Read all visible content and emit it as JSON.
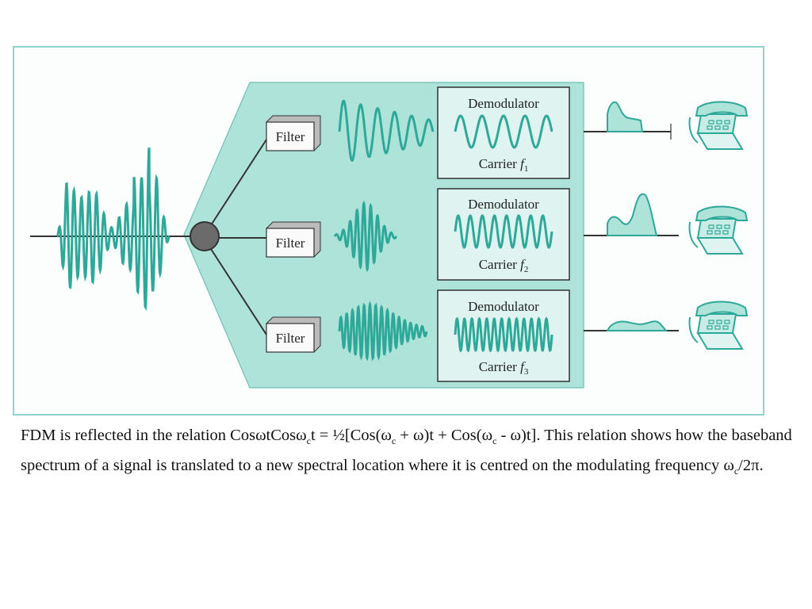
{
  "colors": {
    "teal": "#2ea899",
    "panel": "#aee3da",
    "box": "#dff4f0",
    "frame": "#8fd3c8",
    "hub": "#6b6b6b"
  },
  "diagram": {
    "filter_label": "Filter",
    "demodulator_label": "Demodulator",
    "carriers": [
      {
        "prefix": "Carrier ",
        "symbol": "f",
        "index": "1"
      },
      {
        "prefix": "Carrier ",
        "symbol": "f",
        "index": "2"
      },
      {
        "prefix": "Carrier ",
        "symbol": "f",
        "index": "3"
      }
    ],
    "telephone_icon": "telephone-icon"
  },
  "caption": {
    "s1": "FDM is reflected in the relation Cos",
    "s2": "ωtCosω",
    "sub1": "c",
    "s3": "t = ½[Cos(ω",
    "sub2": "c",
    "s4": " + ω)t + Cos(ω",
    "sub3": "c",
    "s5": " - ω)t]. This relation shows how the baseband spectrum of a signal is translated to a new spectral location where it is centred on the modulating frequency ω",
    "sub4": "c",
    "s6": "/2π."
  }
}
